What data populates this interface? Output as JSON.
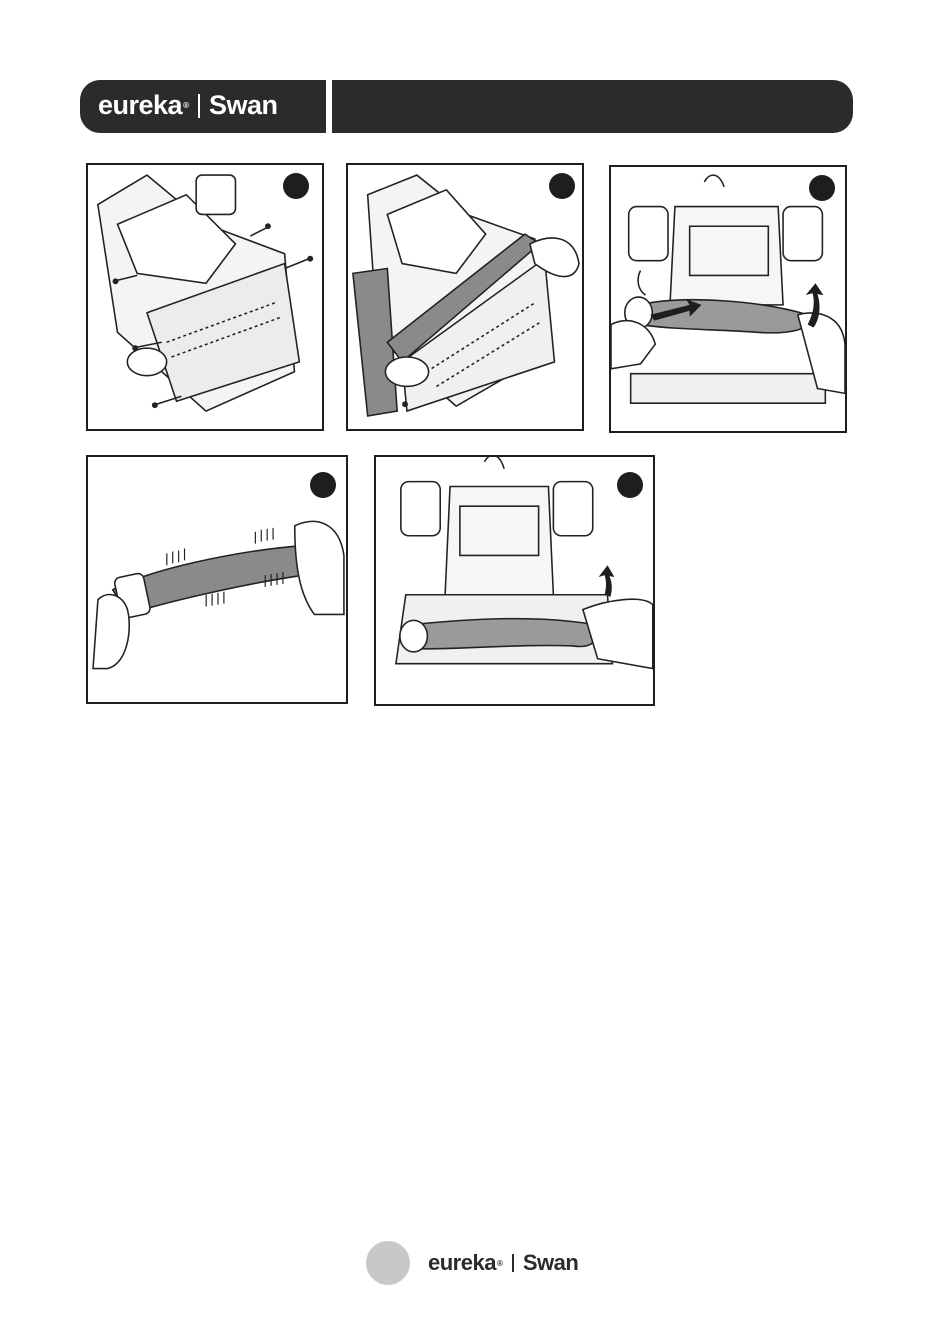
{
  "header": {
    "brand_left": "eureka",
    "brand_tm": "®",
    "brand_right": "Swan"
  },
  "footer": {
    "brand_left": "eureka",
    "brand_tm": "®",
    "brand_right": "Swan"
  },
  "colors": {
    "header_bg": "#2b2b2b",
    "panel_border": "#1e1e1e",
    "badge": "#1e1e1e",
    "page_circle": "#c8c8c8"
  },
  "panels": [
    {
      "step_badge_label": "",
      "illustration": "removing-base-plate-screws"
    },
    {
      "step_badge_label": "",
      "illustration": "lifting-base-plate"
    },
    {
      "step_badge_label": "",
      "illustration": "removing-brushroll"
    },
    {
      "step_badge_label": "",
      "illustration": "cleaning-brushroll-end-cap"
    },
    {
      "step_badge_label": "",
      "illustration": "reinserting-brushroll"
    }
  ]
}
